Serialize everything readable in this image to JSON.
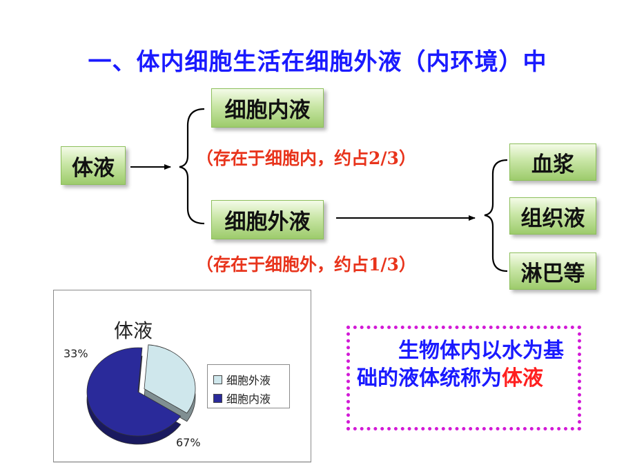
{
  "title": "一、体内细胞生活在细胞外液（内环境）中",
  "diagram": {
    "root": "体液",
    "intracellular": {
      "label": "细胞内液",
      "note": "（存在于细胞内，约占2/3）"
    },
    "extracellular": {
      "label": "细胞外液",
      "note": "（存在于细胞外，约占1/3）"
    },
    "components": [
      "血浆",
      "组织液",
      "淋巴等"
    ]
  },
  "chart_data": {
    "type": "pie",
    "title": "体液",
    "labels": [
      "细胞外液",
      "细胞内液"
    ],
    "values": [
      33,
      67
    ],
    "data_labels": [
      "33%",
      "67%"
    ],
    "colors": [
      "#cfe7ec",
      "#2a2a9a"
    ],
    "legend_position": "right"
  },
  "definition": {
    "text_main": "　　生物体内以水为基础的液体统称为",
    "text_highlight": "体液"
  },
  "colors": {
    "title": "#1a1aff",
    "note": "#e8341c",
    "definition": "#1a1aff",
    "highlight": "#ff1f1f",
    "dotted_border": "#d21ad6"
  }
}
